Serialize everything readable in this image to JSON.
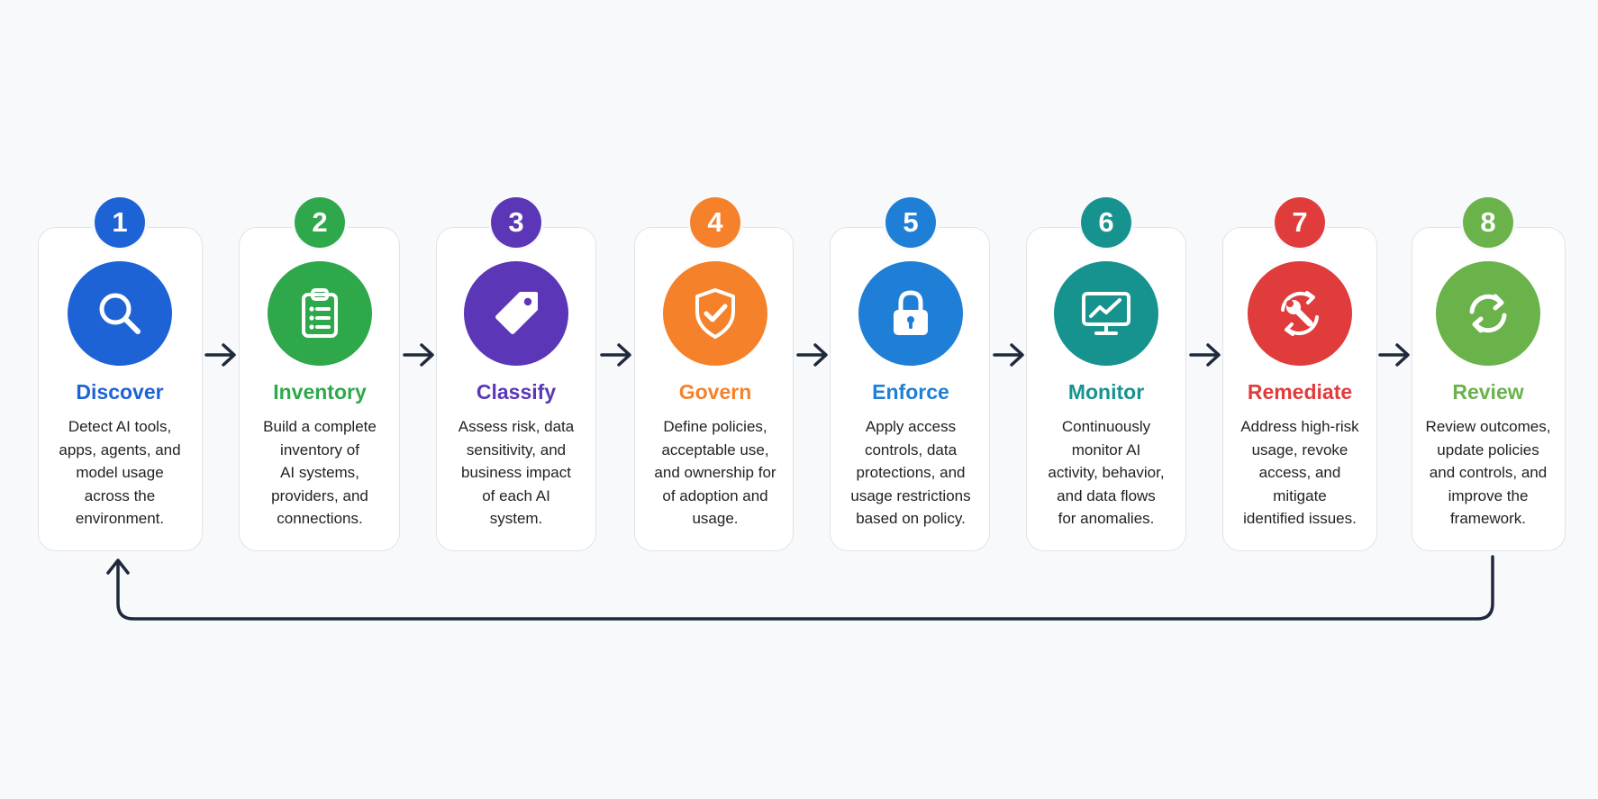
{
  "colors": {
    "background": "#f8f9fb",
    "card_border": "#dfe3e8",
    "connector": "#1e2a3b"
  },
  "steps": [
    {
      "number": "1",
      "title": "Discover",
      "color": "#1e63d6",
      "icon": "search-icon",
      "description_lines": [
        "Detect AI tools,",
        "apps, agents, and",
        "model usage",
        "across the",
        "environment."
      ]
    },
    {
      "number": "2",
      "title": "Inventory",
      "color": "#2ea84a",
      "icon": "clipboard-list-icon",
      "description_lines": [
        "Build a complete",
        "inventory of",
        "AI systems,",
        "providers, and",
        "connections."
      ]
    },
    {
      "number": "3",
      "title": "Classify",
      "color": "#5b37b8",
      "icon": "tag-icon",
      "description_lines": [
        "Assess risk, data",
        "sensitivity, and",
        "business impact",
        "of each AI",
        "system."
      ]
    },
    {
      "number": "4",
      "title": "Govern",
      "color": "#f5822a",
      "icon": "shield-check-icon",
      "description_lines": [
        "Define policies,",
        "acceptable use,",
        "and ownership for",
        "of adoption and",
        "usage."
      ]
    },
    {
      "number": "5",
      "title": "Enforce",
      "color": "#1f7fd6",
      "icon": "padlock-icon",
      "description_lines": [
        "Apply access",
        "controls, data",
        "protections, and",
        "usage restrictions",
        "based on policy."
      ]
    },
    {
      "number": "6",
      "title": "Monitor",
      "color": "#17938f",
      "icon": "monitor-chart-icon",
      "description_lines": [
        "Continuously",
        "monitor AI",
        "activity, behavior,",
        "and data flows",
        "for anomalies."
      ]
    },
    {
      "number": "7",
      "title": "Remediate",
      "color": "#e03c3c",
      "icon": "wrench-refresh-icon",
      "description_lines": [
        "Address high-risk",
        "usage, revoke",
        "access, and",
        "mitigate",
        "identified issues."
      ]
    },
    {
      "number": "8",
      "title": "Review",
      "color": "#6ab24a",
      "icon": "refresh-cycle-icon",
      "description_lines": [
        "Review outcomes,",
        "update policies",
        "and controls, and",
        "improve the",
        "framework."
      ]
    }
  ]
}
